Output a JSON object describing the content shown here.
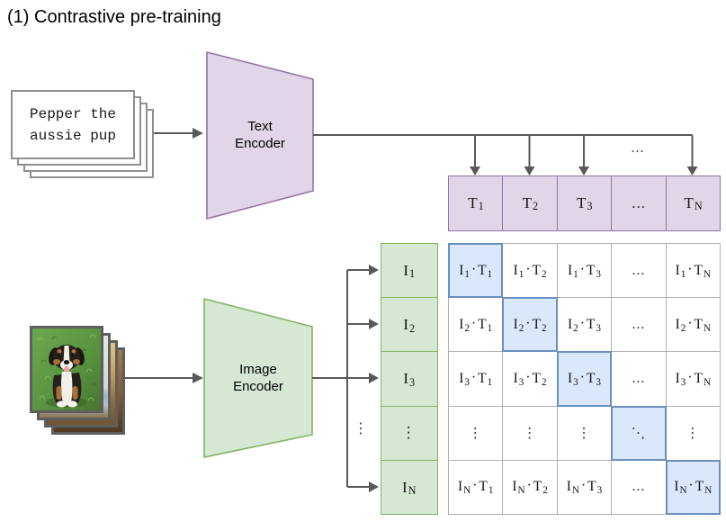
{
  "title": "(1) Contrastive pre-training",
  "colors": {
    "purple_fill": "#e1d5e7",
    "purple_stroke": "#9673a6",
    "green_fill": "#d5e8d4",
    "green_stroke": "#82b366",
    "blue_fill": "#dae8fc",
    "blue_stroke": "#6c8ebf",
    "line_color": "#595959",
    "card_border": "#8f8f8f",
    "grid_border": "#b0b0b0"
  },
  "text_input": {
    "lines": [
      "Pepper the",
      "aussie pup"
    ]
  },
  "text_encoder": {
    "lines": [
      "Text",
      "Encoder"
    ]
  },
  "image_encoder": {
    "lines": [
      "Image",
      "Encoder"
    ]
  },
  "t_row": {
    "ellipsis_above": "...",
    "items": [
      {
        "base": "T",
        "sub": "1"
      },
      {
        "base": "T",
        "sub": "2"
      },
      {
        "base": "T",
        "sub": "3"
      },
      {
        "sym": "..."
      },
      {
        "base": "T",
        "sub": "N"
      }
    ]
  },
  "i_col": {
    "ellipsis_left": "⋮",
    "items": [
      {
        "base": "I",
        "sub": "1"
      },
      {
        "base": "I",
        "sub": "2"
      },
      {
        "base": "I",
        "sub": "3"
      },
      {
        "sym": "⋮"
      },
      {
        "base": "I",
        "sub": "N"
      }
    ]
  },
  "matrix": {
    "dot": "·",
    "rows": [
      [
        {
          "l": "I",
          "ls": "1",
          "r": "T",
          "rs": "1",
          "hl": true
        },
        {
          "l": "I",
          "ls": "1",
          "r": "T",
          "rs": "2"
        },
        {
          "l": "I",
          "ls": "1",
          "r": "T",
          "rs": "3"
        },
        {
          "sym": "..."
        },
        {
          "l": "I",
          "ls": "1",
          "r": "T",
          "rs": "N"
        }
      ],
      [
        {
          "l": "I",
          "ls": "2",
          "r": "T",
          "rs": "1"
        },
        {
          "l": "I",
          "ls": "2",
          "r": "T",
          "rs": "2",
          "hl": true
        },
        {
          "l": "I",
          "ls": "2",
          "r": "T",
          "rs": "3"
        },
        {
          "sym": "..."
        },
        {
          "l": "I",
          "ls": "2",
          "r": "T",
          "rs": "N"
        }
      ],
      [
        {
          "l": "I",
          "ls": "3",
          "r": "T",
          "rs": "1"
        },
        {
          "l": "I",
          "ls": "3",
          "r": "T",
          "rs": "2"
        },
        {
          "l": "I",
          "ls": "3",
          "r": "T",
          "rs": "3",
          "hl": true
        },
        {
          "sym": "..."
        },
        {
          "l": "I",
          "ls": "3",
          "r": "T",
          "rs": "N"
        }
      ],
      [
        {
          "sym": "⋮"
        },
        {
          "sym": "⋮"
        },
        {
          "sym": "⋮"
        },
        {
          "sym": "⋱",
          "hl": true
        },
        {
          "sym": "⋮"
        }
      ],
      [
        {
          "l": "I",
          "ls": "N",
          "r": "T",
          "rs": "1"
        },
        {
          "l": "I",
          "ls": "N",
          "r": "T",
          "rs": "2"
        },
        {
          "l": "I",
          "ls": "N",
          "r": "T",
          "rs": "3"
        },
        {
          "sym": "..."
        },
        {
          "l": "I",
          "ls": "N",
          "r": "T",
          "rs": "N",
          "hl": true
        }
      ]
    ]
  }
}
